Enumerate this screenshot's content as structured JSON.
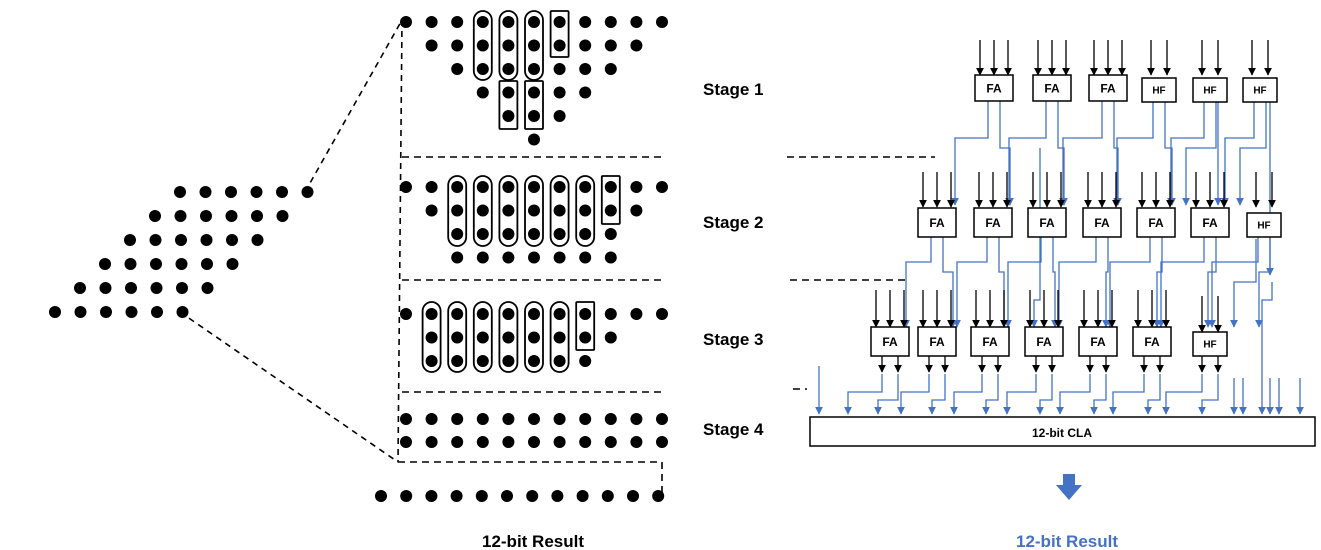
{
  "stages": [
    {
      "label": "Stage 1"
    },
    {
      "label": "Stage 2"
    },
    {
      "label": "Stage 3"
    },
    {
      "label": "Stage 4"
    }
  ],
  "blocks": {
    "full_adder": "FA",
    "half_adder": "HF",
    "cla": "12-bit CLA"
  },
  "results": {
    "left": "12-bit Result",
    "right": "12-bit Result"
  },
  "colors": {
    "ink": "#000000",
    "wire_blue": "#4472C4",
    "result_blue": "#4472C4"
  }
}
